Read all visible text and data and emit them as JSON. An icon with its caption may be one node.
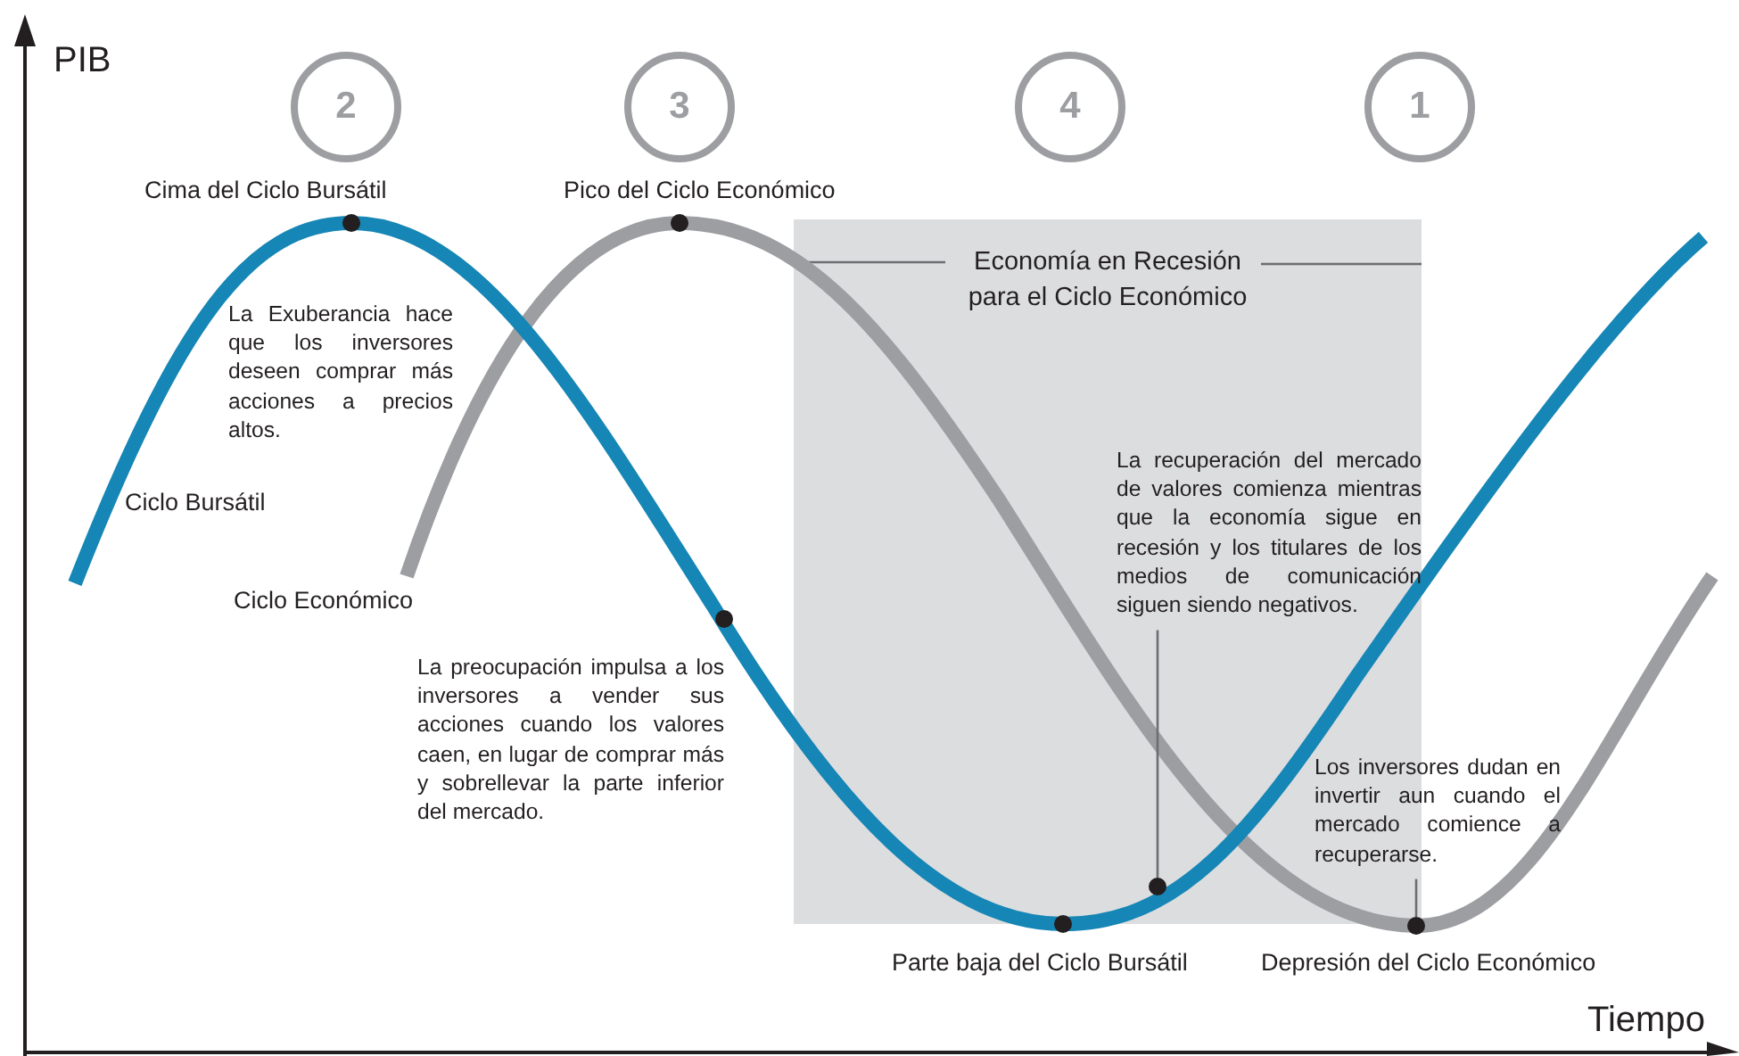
{
  "diagram": {
    "nodes": [
      {
        "text": [
          "2"
        ]
      },
      {
        "text": [
          "3"
        ]
      },
      {
        "text": [
          "4"
        ]
      },
      {
        "text": [
          "1"
        ]
      },
      {
        "text": [
          "Economía en Recesión para el Ciclo Económico"
        ]
      },
      {
        "text": [
          "La recuperación del mercado de valores comienza mientras que la economía sigue en recesión y los titulares de los medios de comunicación siguen siendo negativos."
        ],
        "in": 4
      },
      {
        "text": [],
        "shape": "circle",
        "in": 4
      },
      {
        "text": [
          "Los inversores dudan en invertir aun cuando el mercado comience a recuperarse."
        ]
      },
      {
        "text": [],
        "shape": "circle"
      }
    ],
    "edges": [
      {
        "from": 5,
        "to": 6,
        "arrow": "none"
      },
      {
        "from": 7,
        "to": 8,
        "arrow": "none"
      }
    ],
    "labels": [
      "PIB",
      "Cima del Ciclo Bursátil",
      "Pico del Ciclo Económico",
      "La Exuberancia hace que los inversores deseen comprar más acciones a precios altos.",
      "Ciclo Bursátil",
      "Ciclo Económico",
      "La preocupación impulsa a los inversores a vender sus acciones cuando los valores caen, en lugar de comprar más y sobrellevar la parte inferior del mercado.",
      "Parte baja del Ciclo Bursátil",
      "Depresión del Ciclo Económico",
      "Tiempo"
    ]
  }
}
